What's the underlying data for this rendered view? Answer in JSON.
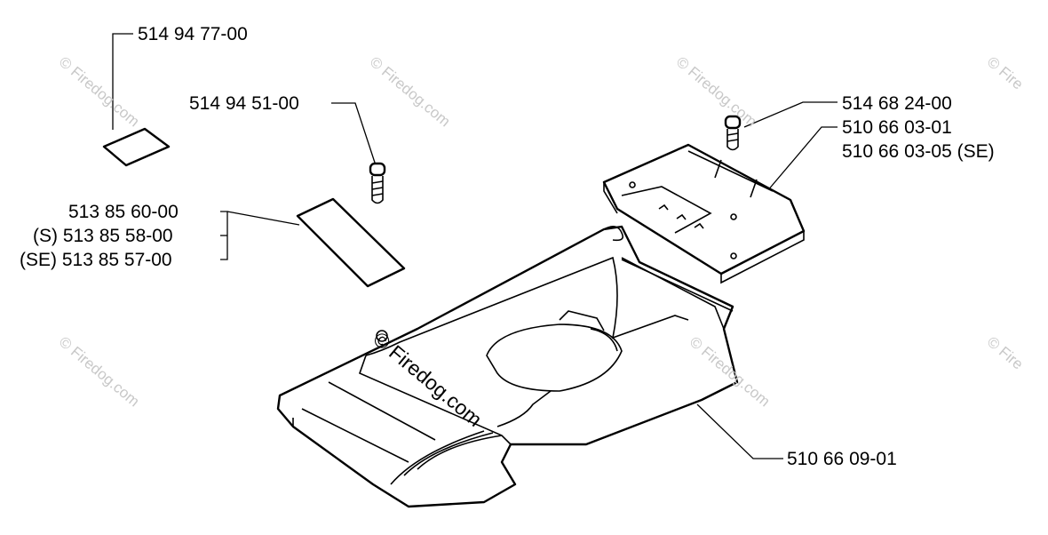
{
  "labels": {
    "decal_small": "514 94 77-00",
    "screw_center": "514 94 51-00",
    "screw_right": "514 68 24-00",
    "plate_1": "510 66 03-01",
    "plate_2": "510 66 03-05 (SE)",
    "decal_1": "513 85 60-00",
    "decal_2": "(S) 513 85 58-00",
    "decal_3": "(SE) 513 85 57-00",
    "deflector": "510 66 09-01"
  },
  "watermarks": {
    "small": "© Firedog.com",
    "center": "© Firedog.com",
    "edge": "© Fire"
  }
}
